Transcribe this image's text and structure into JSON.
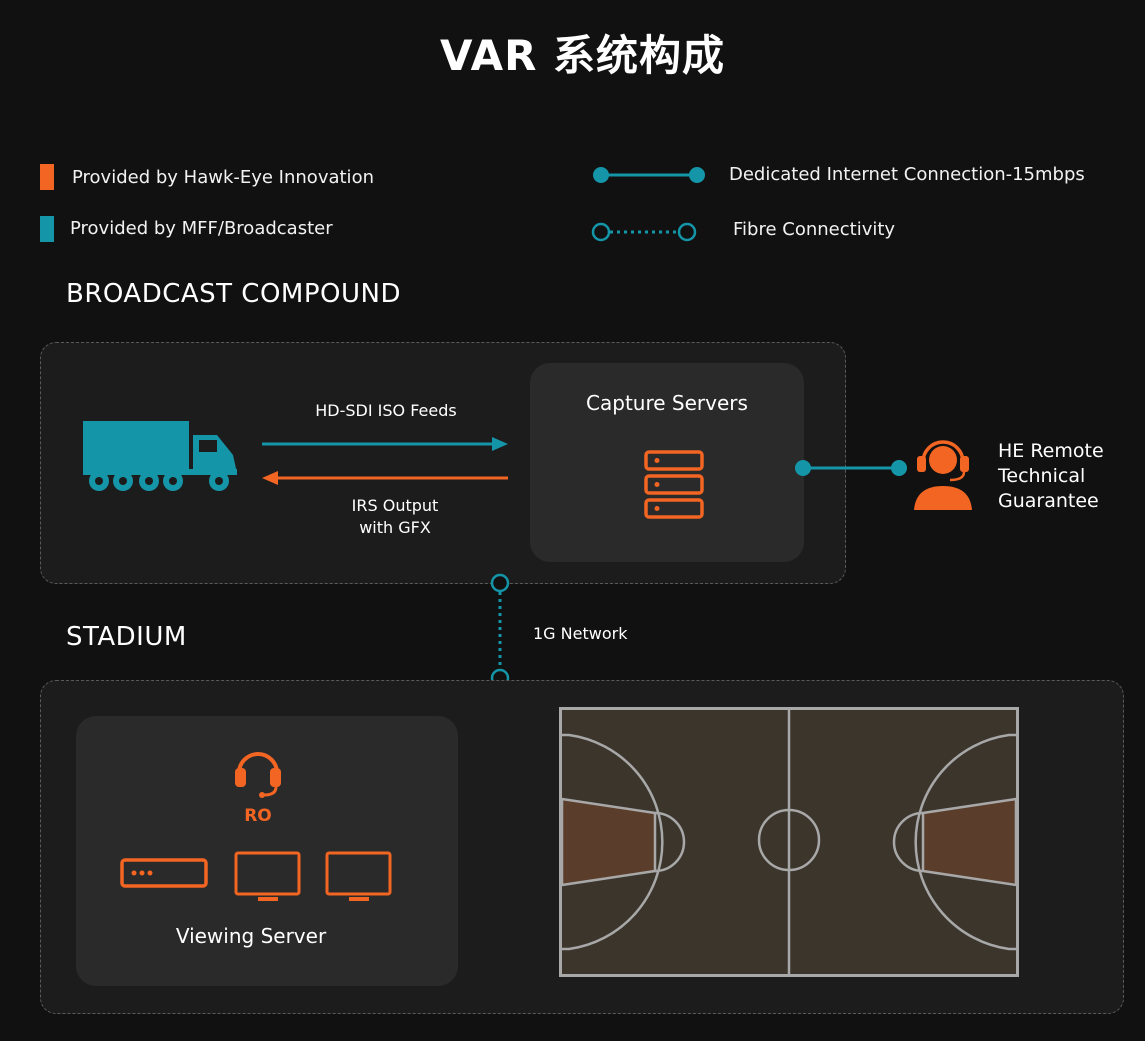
{
  "title": "VAR 系统构成",
  "colors": {
    "hawk_eye": "#f26522",
    "broadcaster": "#1595a8",
    "background": "#111111"
  },
  "legend": {
    "provided_by_hawkeye": "Provided by Hawk-Eye Innovation",
    "provided_by_mff": "Provided by MFF/Broadcaster",
    "dedicated_internet": "Dedicated Internet Connection-15mbps",
    "fibre": "Fibre Connectivity"
  },
  "broadcast_compound": {
    "title": "BROADCAST COMPOUND",
    "feed_in_label": "HD-SDI ISO Feeds",
    "feed_out_label_line1": "IRS Output",
    "feed_out_label_line2": "with GFX",
    "capture_servers": "Capture Servers",
    "truck_icon": "truck-icon",
    "server_icon": "server-stack-icon"
  },
  "he_remote": {
    "line1": "HE Remote",
    "line2": "Technical",
    "line3": "Guarantee",
    "icon": "headset-operator-icon"
  },
  "network_label": "1G Network",
  "stadium": {
    "title": "STADIUM",
    "ro_label": "RO",
    "viewing_server": "Viewing Server",
    "court_icon": "basketball-court"
  }
}
